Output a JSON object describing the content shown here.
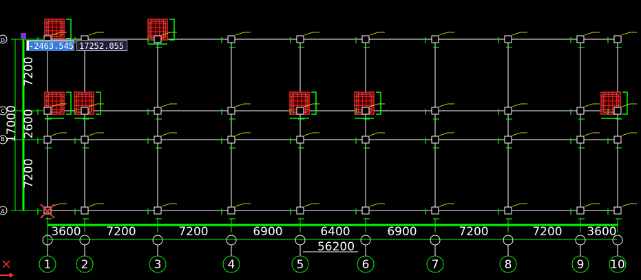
{
  "axes_x": {
    "labels": [
      "1",
      "2",
      "3",
      "4",
      "5",
      "6",
      "7",
      "8",
      "9",
      "10"
    ]
  },
  "axes_y": {
    "labels": [
      "D",
      "C",
      "B",
      "A"
    ]
  },
  "dims_bottom": [
    "3600",
    "7200",
    "7200",
    "6900",
    "6400",
    "6900",
    "7200",
    "7200",
    "3600"
  ],
  "dims_total": "56200",
  "dims_left": [
    "7200",
    "2600",
    "7200"
  ],
  "dims_left_total": "17000",
  "coord_input": {
    "x": "-2463.545",
    "y": "17252.055"
  },
  "colors": {
    "grid": "#ffffff",
    "dim": "#00ff00",
    "col": "#ffffff",
    "rebar": "#ff2020",
    "tag": "#ffff00",
    "anno": "#ff3333"
  }
}
